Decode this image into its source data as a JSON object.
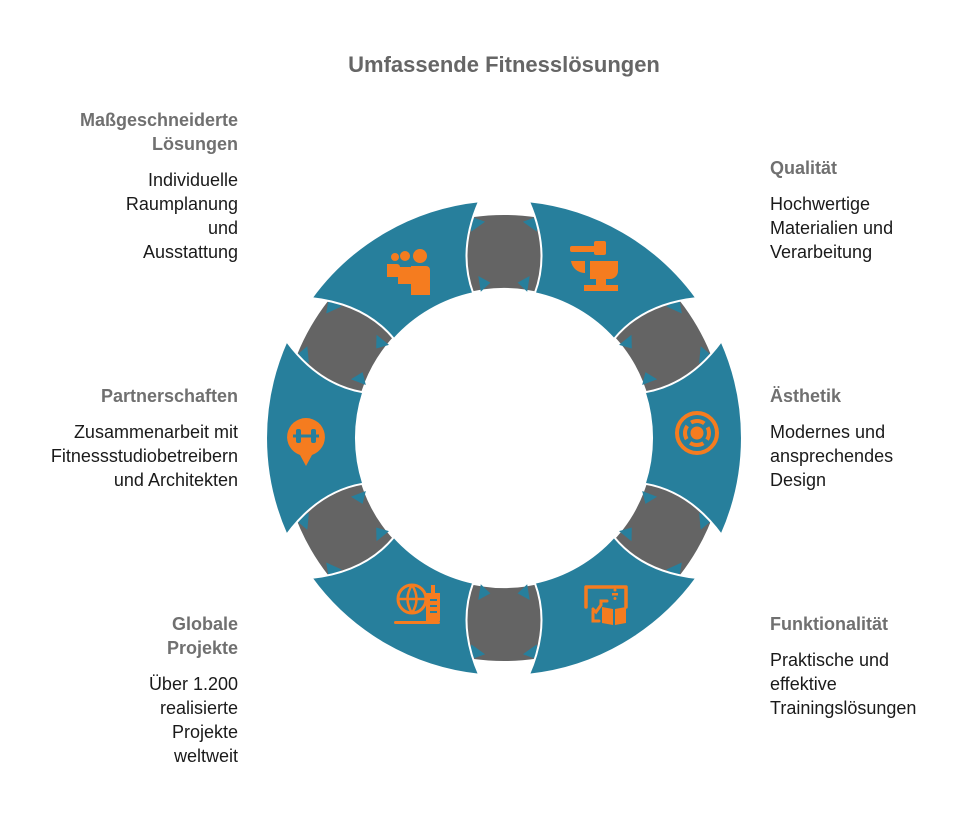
{
  "title": "Umfassende Fitnesslösungen",
  "colors": {
    "segment": "#277f9c",
    "connector": "#646464",
    "icon": "#f57c1f",
    "heading": "#707070",
    "text": "#1a1a1a"
  },
  "items": [
    {
      "id": "massgeschneiderte-loesungen",
      "heading": "Maßgeschneiderte Lösungen",
      "heading_lines": [
        "Maßgeschneiderte",
        "Lösungen"
      ],
      "description_lines": [
        "Individuelle",
        "Raumplanung",
        "und",
        "Ausstattung"
      ],
      "icon": "group-people-icon"
    },
    {
      "id": "qualitaet",
      "heading": "Qualität",
      "heading_lines": [
        "Qualität"
      ],
      "description_lines": [
        "Hochwertige",
        "Materialien und",
        "Verarbeitung"
      ],
      "icon": "anvil-hammer-icon"
    },
    {
      "id": "aesthetik",
      "heading": "Ästhetik",
      "heading_lines": [
        "Ästhetik"
      ],
      "description_lines": [
        "Modernes und",
        "ansprechendes",
        "Design"
      ],
      "icon": "target-circle-icon"
    },
    {
      "id": "funktionalitaet",
      "heading": "Funktionalität",
      "heading_lines": [
        "Funktionalität"
      ],
      "description_lines": [
        "Praktische und",
        "effektive",
        "Trainingslösungen"
      ],
      "icon": "training-board-book-icon"
    },
    {
      "id": "globale-projekte",
      "heading": "Globale Projekte",
      "heading_lines": [
        "Globale",
        "Projekte"
      ],
      "description_lines": [
        "Über 1.200",
        "realisierte",
        "Projekte",
        "weltweit"
      ],
      "icon": "globe-building-icon"
    },
    {
      "id": "partnerschaften",
      "heading": "Partnerschaften",
      "heading_lines": [
        "Partnerschaften"
      ],
      "description_lines": [
        "Zusammenarbeit mit",
        "Fitnessstudiobetreibern",
        "und Architekten"
      ],
      "icon": "gym-location-pin-icon"
    }
  ]
}
